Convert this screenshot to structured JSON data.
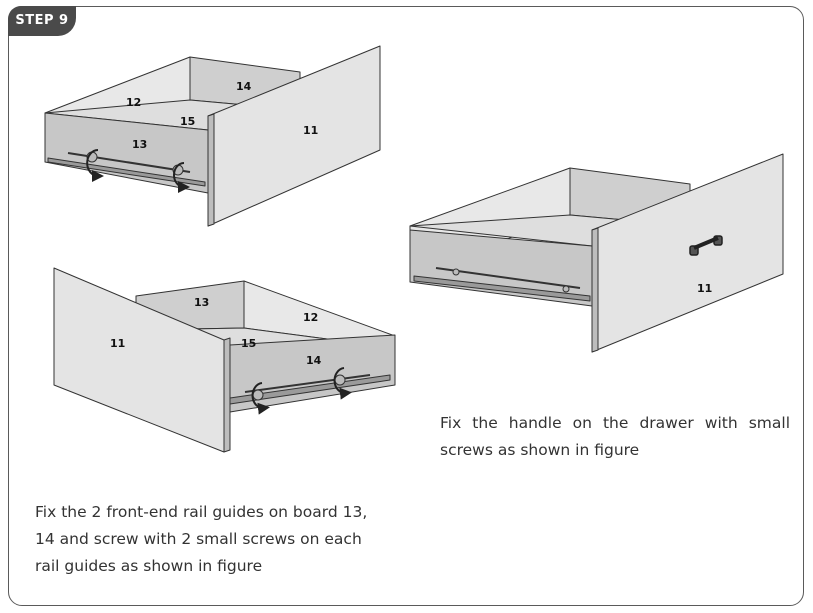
{
  "step": {
    "label": "STEP 9"
  },
  "figures": {
    "top_left": {
      "front": "11",
      "side_left": "12",
      "back": "14",
      "bottom": "15",
      "side_rail": "13"
    },
    "bottom_left": {
      "front": "11",
      "side_left": "13",
      "side_right": "12",
      "bottom": "15",
      "side_rail": "14"
    },
    "right": {
      "front": "11"
    }
  },
  "captions": {
    "left": "Fix the 2 front-end rail guides on board 13, 14 and screw with 2 small screws on each rail guides as shown in figure",
    "right": "Fix the handle on the drawer with small screws as shown in figure"
  },
  "colors": {
    "frame": "#5a5a5a",
    "tab": "#4a4a4a",
    "panel": "#e2e2e2",
    "panel_dark": "#c4c4c4",
    "rail": "#9a9a9a"
  }
}
